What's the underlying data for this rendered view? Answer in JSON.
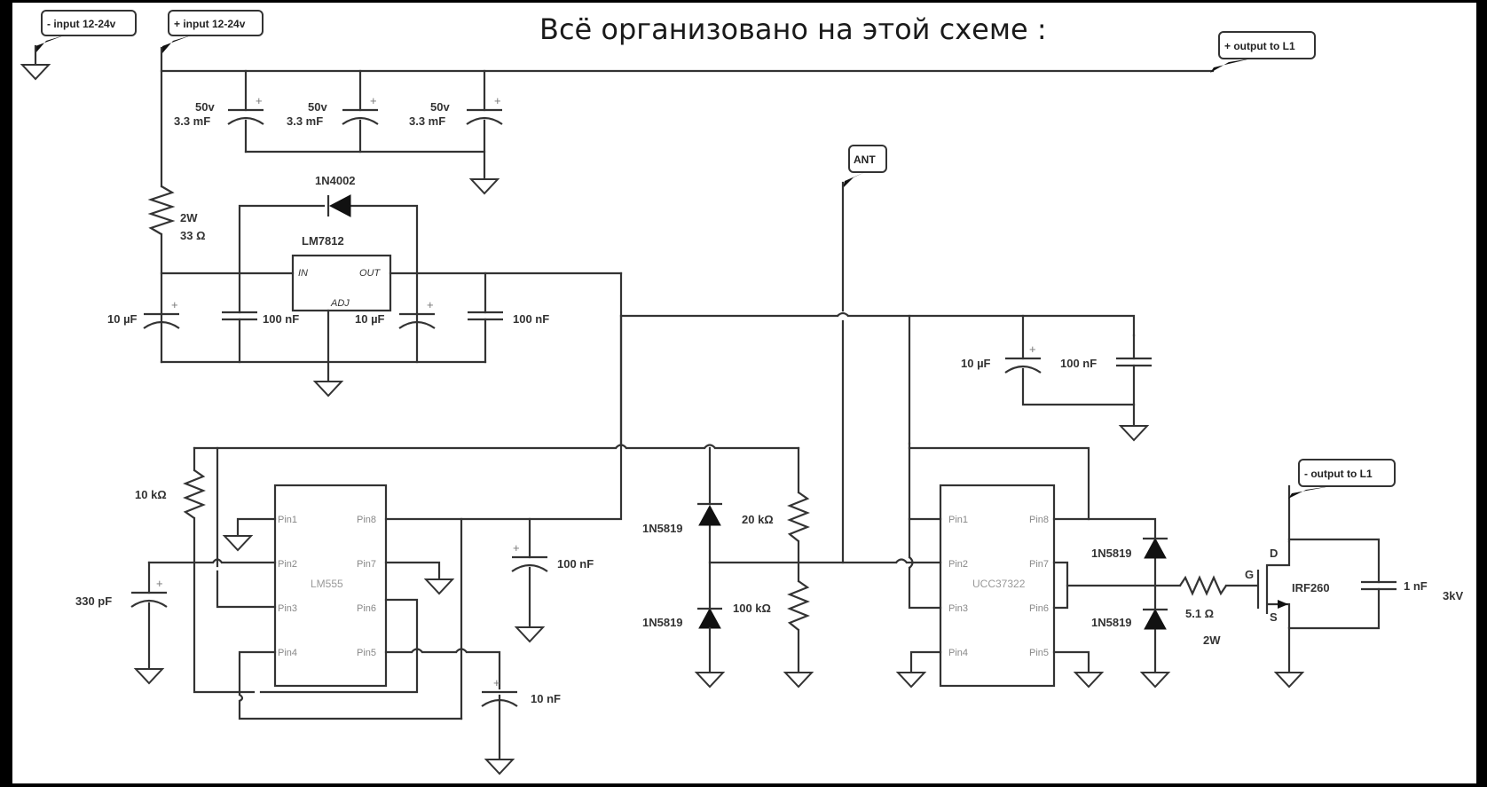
{
  "title": "Всё организовано на этой схеме :",
  "colors": {
    "frame": "#000000",
    "paper": "#ffffff",
    "ink": "#333333"
  },
  "net_tags": {
    "neg_input": "- input 12-24v",
    "pos_input": "+ input 12-24v",
    "pos_output": "+ output to L1",
    "neg_output": "- output to L1",
    "antenna": "ANT"
  },
  "input_caps": [
    {
      "voltage": "50v",
      "value": "3.3 mF"
    },
    {
      "voltage": "50v",
      "value": "3.3 mF"
    },
    {
      "voltage": "50v",
      "value": "3.3 mF"
    }
  ],
  "regulator": {
    "name": "LM7812",
    "pins": {
      "in": "IN",
      "out": "OUT",
      "adj": "ADJ"
    },
    "protection_diode": "1N4002",
    "series_resistor": {
      "power": "2W",
      "value": "33 Ω"
    },
    "caps": [
      "10 µF",
      "100 nF",
      "10 µF",
      "100 nF"
    ]
  },
  "driver_decoupling": [
    "10 µF",
    "100 nF"
  ],
  "timer": {
    "name": "LM555",
    "left_pins": [
      "Pin1",
      "Pin2",
      "Pin3",
      "Pin4"
    ],
    "right_pins": [
      "Pin8",
      "Pin7",
      "Pin6",
      "Pin5"
    ],
    "resistor": "10 kΩ",
    "timing_cap": "330 pF",
    "decoupling_cap": "100 nF",
    "control_cap": "10 nF"
  },
  "antenna_input": {
    "diode_top": "1N5819",
    "diode_bottom": "1N5819",
    "resistor_top": "20 kΩ",
    "resistor_bottom": "100 kΩ"
  },
  "driver": {
    "name": "UCC37322",
    "left_pins": [
      "Pin1",
      "Pin2",
      "Pin3",
      "Pin4"
    ],
    "right_pins": [
      "Pin8",
      "Pin7",
      "Pin6",
      "Pin5"
    ],
    "diode_top": "1N5819",
    "diode_bottom": "1N5819",
    "gate_resistor": {
      "value": "5.1 Ω",
      "power": "2W"
    }
  },
  "mosfet": {
    "name": "IRF260",
    "pins": {
      "gate": "G",
      "drain": "D",
      "source": "S"
    },
    "snubber_cap": {
      "value": "1 nF",
      "voltage": "3kV"
    }
  }
}
